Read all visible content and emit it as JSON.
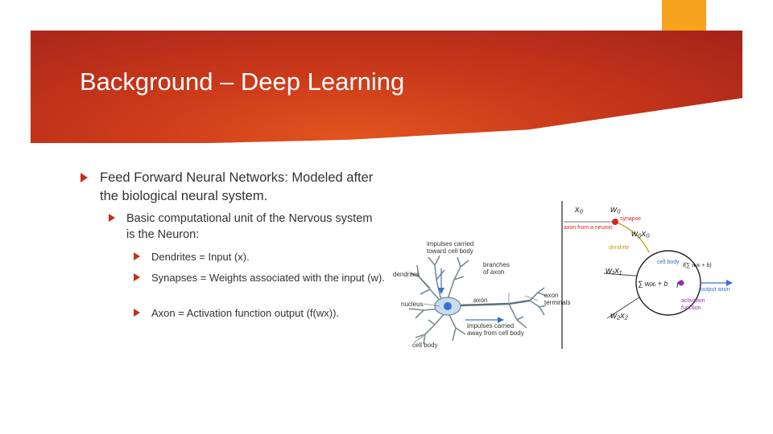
{
  "slide": {
    "title": "Background – Deep Learning",
    "bullets": {
      "level1": "Feed Forward Neural Networks: Modeled after the biological neural system.",
      "level2": "Basic computational unit of the Nervous system is the Neuron:",
      "level3": [
        "Dendrites = Input (x).",
        "Synapses = Weights associated with the input (w).",
        "Axon = Activation function output (f(wx))."
      ]
    }
  },
  "figure": {
    "biological": {
      "impulses_in": [
        "impulses carried",
        "toward cell body"
      ],
      "dendrites": "dendrites",
      "nucleus": "nucleus",
      "branches": [
        "branches",
        "of axon"
      ],
      "axon": "axon",
      "terminals": [
        "axon",
        "terminals"
      ],
      "impulses_out": [
        "impulses carried",
        "away from cell body"
      ],
      "cell_body": "cell body"
    },
    "model": {
      "x0": "x₀",
      "w0": "w₀",
      "synapse": "synapse",
      "axon_from_neuron": "axon from a neuron",
      "w0x0": "w₀x₀",
      "dendrite": "dendrite",
      "cell_body": "cell body",
      "w1x1": "w₁x₁",
      "sum_expr": "∑ wᵢxᵢ + b",
      "f_expr": "f(∑ wᵢxᵢ + b)",
      "f": "f",
      "output_axon": "output axon",
      "activation": [
        "activation",
        "function"
      ],
      "w2x2": "w₂x₂"
    },
    "colors": {
      "synapse": "#d9231f",
      "dendrite": "#c89b1a",
      "output": "#3a6fd0",
      "neuron_fill": "#c7dcef"
    }
  }
}
